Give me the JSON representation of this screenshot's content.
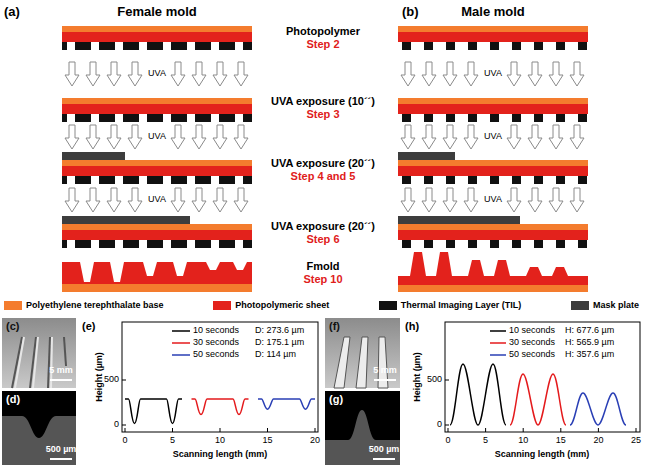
{
  "diagram": {
    "labels": [
      "(a)",
      "Female mold",
      "(b)",
      "Male mold",
      "Photopolymer",
      "Step 2",
      "UVA",
      "UVA",
      "UVA exposure (10´´)",
      "Step 3",
      "UVA",
      "UVA",
      "UVA exposure (20´´)",
      "Step 4 and 5",
      "UVA",
      "UVA",
      "UVA exposure (20´´)",
      "Step 6",
      "Fmold",
      "Step 10",
      "(c)",
      "5 mm",
      "(d)",
      "500 µm",
      "(e)",
      "10 seconds",
      "D: 273.6 µm",
      "30 seconds",
      "D: 175.1 µm",
      "50 seconds",
      "D: 114 µm",
      "Height (µm)",
      "Scanning length (mm)",
      "0",
      "500",
      "0",
      "5",
      "10",
      "15",
      "20",
      "(f)",
      "5 mm",
      "(g)",
      "500 µm",
      "(h)",
      "10 seconds",
      "H: 677.6 µm",
      "30 seconds",
      "H: 565.9 µm",
      "50 seconds",
      "H: 357.6 µm",
      "Height (µm)",
      "Scanning length (mm)",
      "0",
      "500",
      "0",
      "5",
      "10",
      "15",
      "20",
      "25"
    ],
    "legend": [
      {
        "text": "Polyethylene terephthalate base",
        "color": "#f47c2e"
      },
      {
        "text": "Photopolymeric sheet",
        "color": "#e3221c"
      },
      {
        "text": "Thermal Imaging Layer (TIL)",
        "color": "#111111"
      },
      {
        "text": "Mask plate",
        "color": "#3d3d3d"
      }
    ]
  }
}
